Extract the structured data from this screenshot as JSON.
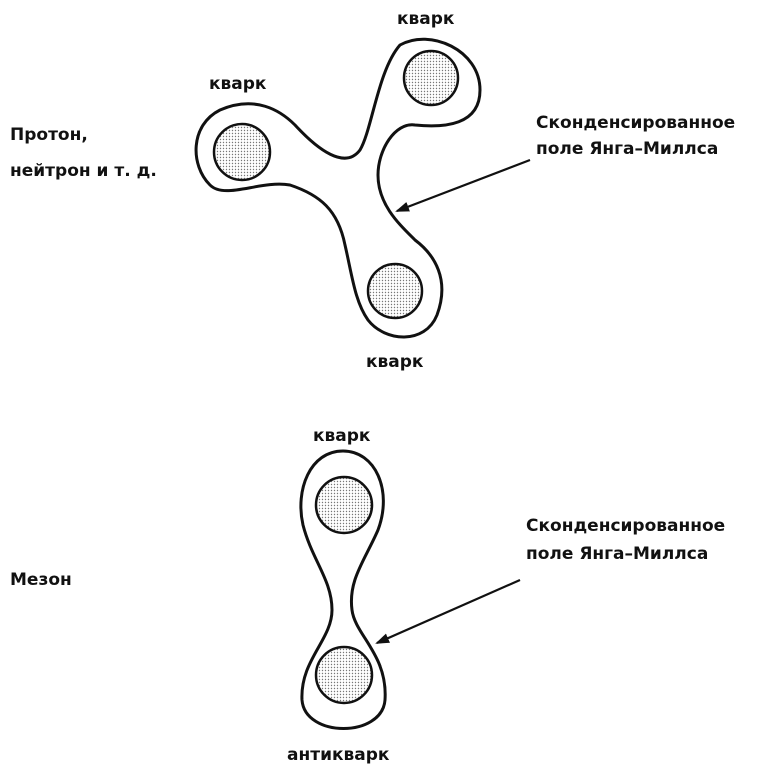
{
  "colors": {
    "ink": "#111111",
    "stipple": "#777777",
    "background": "#ffffff"
  },
  "proton": {
    "name_line1": "Протон,",
    "name_line2": "нейтрон и т. д.",
    "quark_labels": [
      "кварк",
      "кварк",
      "кварк"
    ],
    "field_label_line1": "Сконденсированное",
    "field_label_line2": "поле Янга–Миллса"
  },
  "meson": {
    "name": "Мезон",
    "quark_label": "кварк",
    "antiquark_label": "антикварк",
    "field_label_line1": "Сконденсированное",
    "field_label_line2": "поле Янга–Миллса"
  }
}
